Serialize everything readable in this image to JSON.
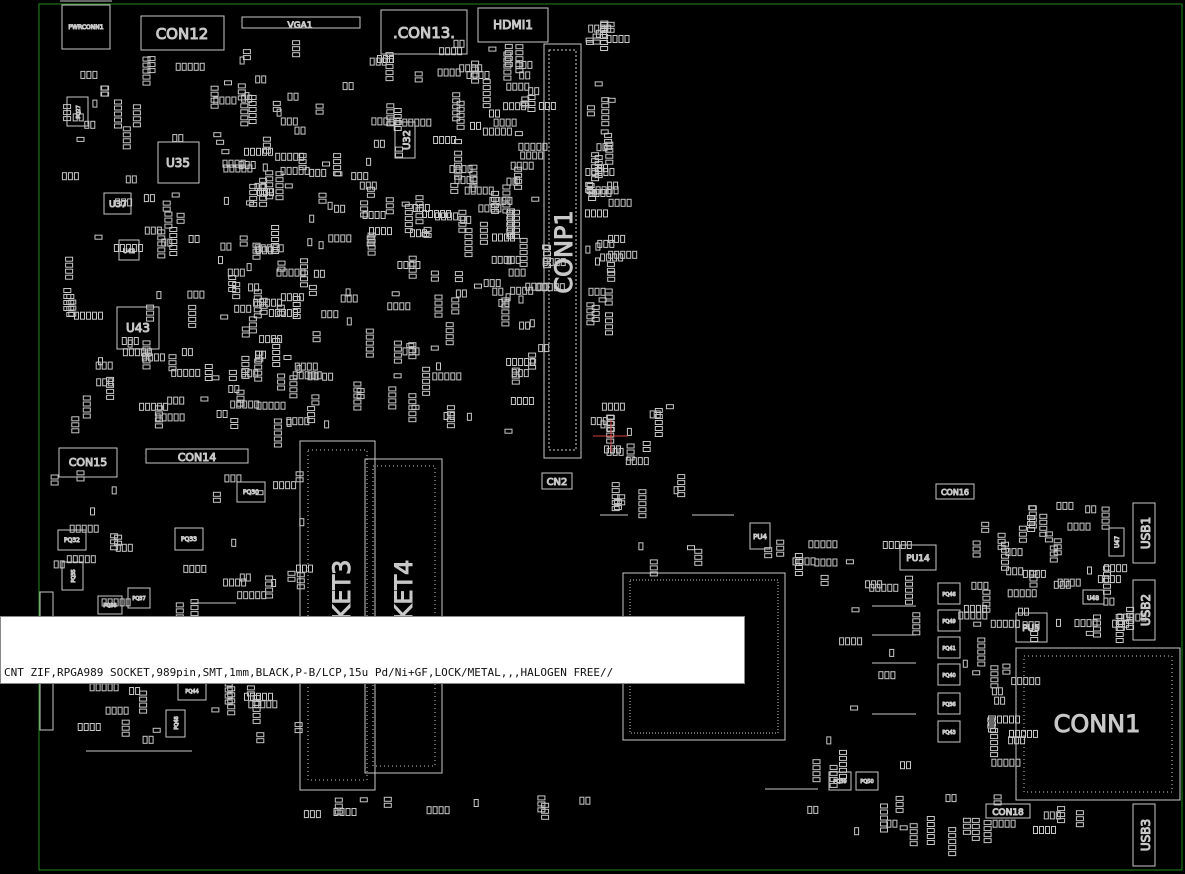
{
  "app": {
    "name": "PCB board viewer",
    "board_outline_color": "#1f8a1f",
    "outline_color": "#c8c8c8",
    "background": "#000000",
    "highlight_color": "#d04040"
  },
  "labels": {
    "pwrconn": "PWRCONN1",
    "con12": "CON12",
    "vga": "VGA1",
    "con13": ".CON13.",
    "hdmi": "HDMI1",
    "conp1": "CONP1",
    "u32": "U32",
    "u35": "U35",
    "u37": "U37",
    "u42": "U42",
    "u43": "U43",
    "pq27": "PQ27",
    "con15": "CON15",
    "con14": "CON14",
    "pq30": "PQ30",
    "pq32": "PQ32",
    "pq33": "PQ33",
    "pq35": "PQ35",
    "pq37": "PQ37",
    "pq38": "PQ38",
    "pq44": "PQ44",
    "pq48": "PQ48",
    "socket3": "KET3",
    "socket4": "KET4",
    "cn2": "CN2",
    "con16": "CON16",
    "pu4": "PU4",
    "pu14": "PU14",
    "pu5": "PU5",
    "u47": "U47",
    "u48": "U48",
    "usb1": "USB1",
    "usb2": "USB2",
    "usb3": "USB3",
    "conn1": "CONN1",
    "con18": "CON18",
    "pq_column": [
      "PQ46",
      "PQ49",
      "PQ41",
      "PQ40",
      "PQ36",
      "PQ43"
    ],
    "pq39": "PQ39",
    "pq50": "PQ50"
  },
  "tooltip": {
    "text": "CNT ZIF,RPGA989 SOCKET,989pin,SMT,1mm,BLACK,P-B/LCP,15u Pd/Ni+GF,LOCK/METAL,,,HALOGEN FREE//"
  }
}
